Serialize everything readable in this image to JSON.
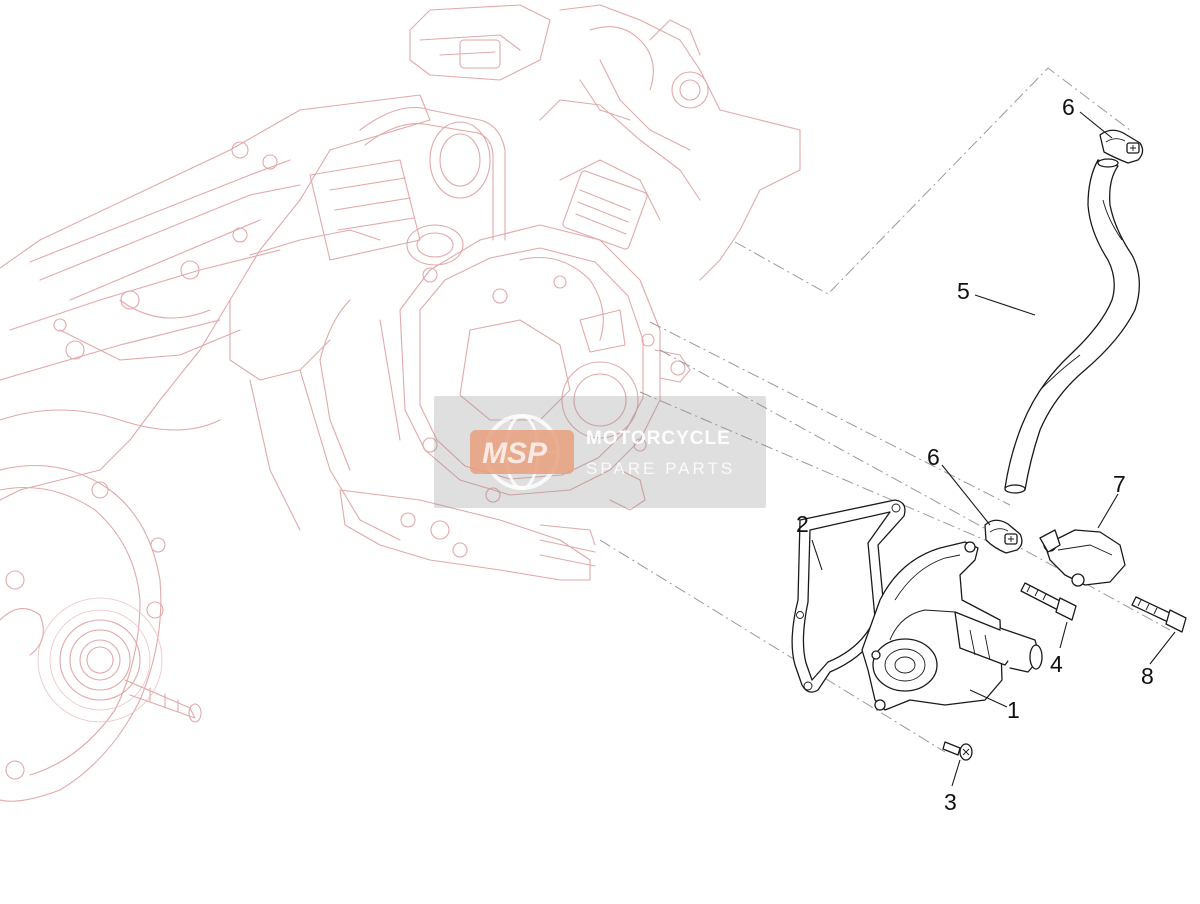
{
  "diagram": {
    "callouts": [
      {
        "id": "1",
        "label": "1"
      },
      {
        "id": "2",
        "label": "2"
      },
      {
        "id": "3",
        "label": "3"
      },
      {
        "id": "4",
        "label": "4"
      },
      {
        "id": "5",
        "label": "5"
      },
      {
        "id": "6a",
        "label": "6"
      },
      {
        "id": "6b",
        "label": "6"
      },
      {
        "id": "7",
        "label": "7"
      },
      {
        "id": "8",
        "label": "8"
      }
    ]
  },
  "watermark": {
    "logo_text": "MSP",
    "line1": "MOTORCYCLE",
    "line2": "SPARE PARTS"
  },
  "colors": {
    "ghost_engine": "#e2a9a9",
    "part_stroke": "#1a1a1a",
    "watermark_accent": "#e8a07e"
  }
}
